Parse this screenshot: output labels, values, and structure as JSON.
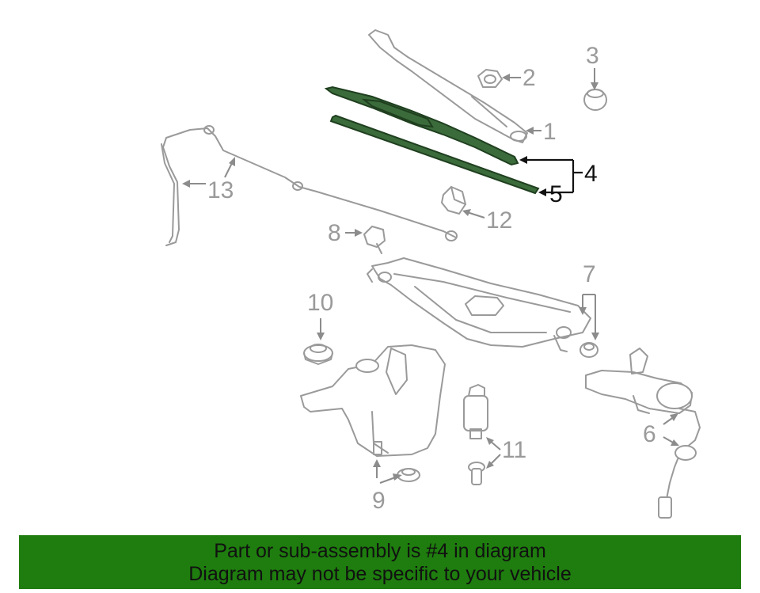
{
  "callouts": {
    "c1": "1",
    "c2": "2",
    "c3": "3",
    "c4": "4",
    "c5": "5",
    "c6": "6",
    "c7": "7",
    "c8": "8",
    "c9": "9",
    "c10": "10",
    "c11": "11",
    "c12": "12",
    "c13": "13"
  },
  "banner": {
    "line1": "Part or sub-assembly is #4 in diagram",
    "line2": "Diagram may not be specific to your vehicle"
  },
  "colors": {
    "highlight": "#3b6b3b",
    "banner_bg": "#1e7d0e",
    "part_line": "#9a9a9a"
  }
}
